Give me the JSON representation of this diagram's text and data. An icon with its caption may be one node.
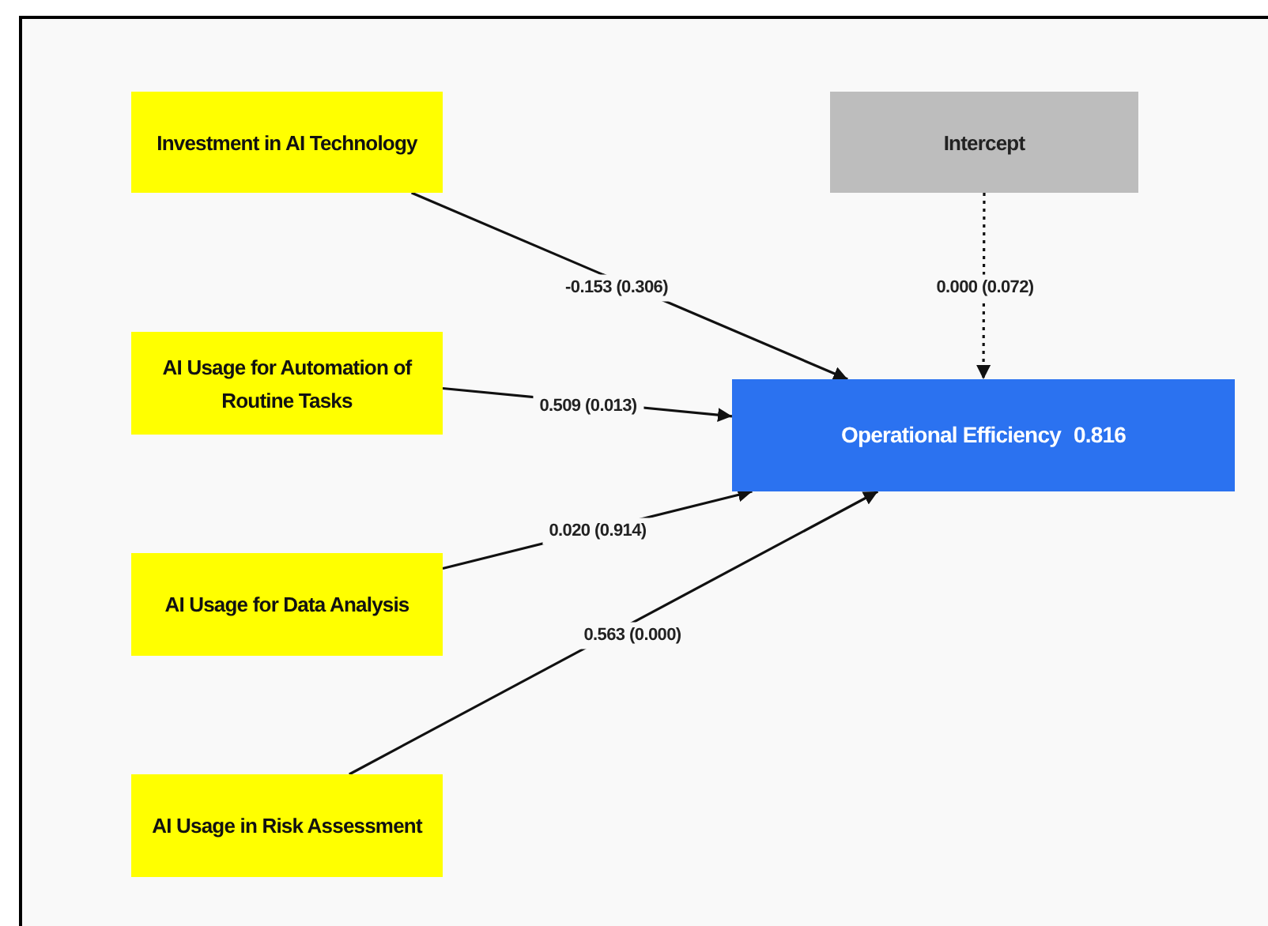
{
  "diagram": {
    "nodes": [
      {
        "text": [
          "Investment in AI Technology"
        ]
      },
      {
        "text": [
          "Intercept"
        ]
      },
      {
        "text": [
          "AI Usage for Automation of Routine Tasks"
        ]
      },
      {
        "text": [
          "Operational Efficiency",
          "0.816"
        ]
      },
      {
        "text": [
          "AI Usage for Data Analysis"
        ]
      },
      {
        "text": [
          "AI Usage in Risk Assessment"
        ]
      }
    ],
    "edges": [
      {
        "from": 0,
        "to": 3,
        "arrow": "to",
        "label": "-0.153 (0.306)"
      },
      {
        "from": 1,
        "to": 3,
        "arrow": "to",
        "label": "0.000 (0.072)",
        "style": "dashed"
      },
      {
        "from": 2,
        "to": 3,
        "arrow": "to",
        "label": "0.509 (0.013)"
      },
      {
        "from": 4,
        "to": 3,
        "arrow": "to",
        "label": "0.020 (0.914)"
      },
      {
        "from": 5,
        "to": 3,
        "arrow": "to",
        "label": "0.563 (0.000)"
      }
    ]
  }
}
